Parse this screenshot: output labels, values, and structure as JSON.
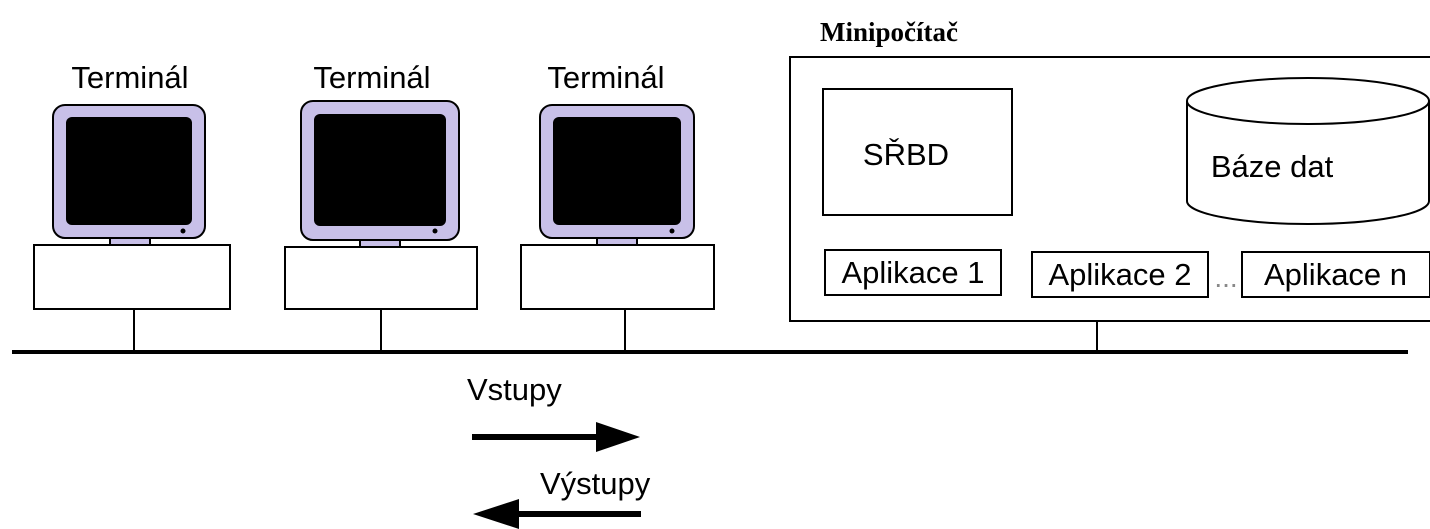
{
  "terminals": [
    {
      "label": "Terminál"
    },
    {
      "label": "Terminál"
    },
    {
      "label": "Terminál"
    }
  ],
  "minicomputer": {
    "title": "Minipočítač",
    "dbms_label": "SŘBD",
    "database_label": "Báze dat",
    "applications": [
      "Aplikace 1",
      "Aplikace 2",
      "Aplikace n"
    ],
    "ellipsis": "..."
  },
  "flows": {
    "input_label": "Vstupy",
    "output_label": "Výstupy"
  },
  "colors": {
    "line": "#000000",
    "screen": "#000000",
    "bezel": "#c8c0e8",
    "background": "#ffffff"
  }
}
